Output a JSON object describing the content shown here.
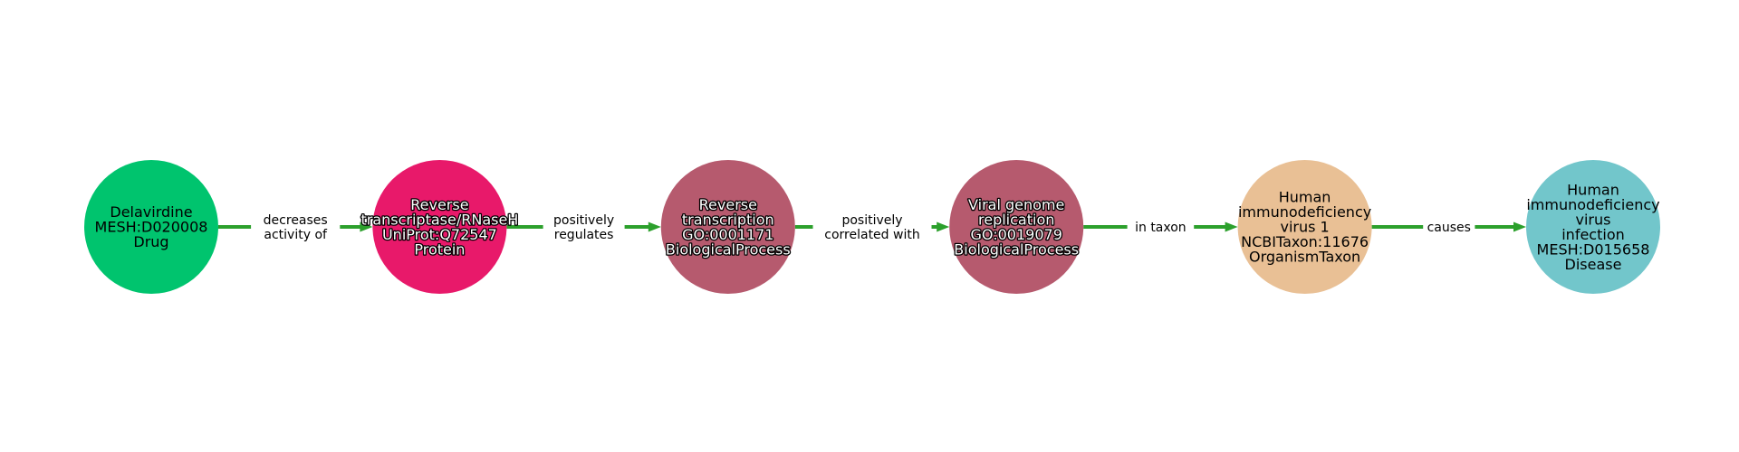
{
  "diagram": {
    "nodes": [
      {
        "id": "n1",
        "label_lines": [
          "Delavirdine",
          "MESH:D020008",
          "Drug"
        ],
        "color": "#00c46e",
        "text_style": "dark"
      },
      {
        "id": "n2",
        "label_lines": [
          "Reverse",
          "transcriptase/RNaseH",
          "UniProt:Q72547",
          "Protein"
        ],
        "color": "#e8196a",
        "text_style": "light"
      },
      {
        "id": "n3",
        "label_lines": [
          "Reverse",
          "transcription",
          "GO:0001171",
          "BiologicalProcess"
        ],
        "color": "#b65a6e",
        "text_style": "light"
      },
      {
        "id": "n4",
        "label_lines": [
          "Viral genome",
          "replication",
          "GO:0019079",
          "BiologicalProcess"
        ],
        "color": "#b65a6e",
        "text_style": "light"
      },
      {
        "id": "n5",
        "label_lines": [
          "Human",
          "immunodeficiency",
          "virus 1",
          "NCBITaxon:11676",
          "OrganismTaxon"
        ],
        "color": "#e9c095",
        "text_style": "dark"
      },
      {
        "id": "n6",
        "label_lines": [
          "Human",
          "immunodeficiency",
          "virus",
          "infection",
          "MESH:D015658",
          "Disease"
        ],
        "color": "#72c6cb",
        "text_style": "dark"
      }
    ],
    "edges": [
      {
        "from": "n1",
        "to": "n2",
        "label_lines": [
          "decreases",
          "activity of"
        ]
      },
      {
        "from": "n2",
        "to": "n3",
        "label_lines": [
          "positively",
          "regulates"
        ]
      },
      {
        "from": "n3",
        "to": "n4",
        "label_lines": [
          "positively",
          "correlated with"
        ]
      },
      {
        "from": "n4",
        "to": "n5",
        "label_lines": [
          "in taxon"
        ]
      },
      {
        "from": "n5",
        "to": "n6",
        "label_lines": [
          "causes"
        ]
      }
    ],
    "edge_color": "#2ca02c"
  }
}
